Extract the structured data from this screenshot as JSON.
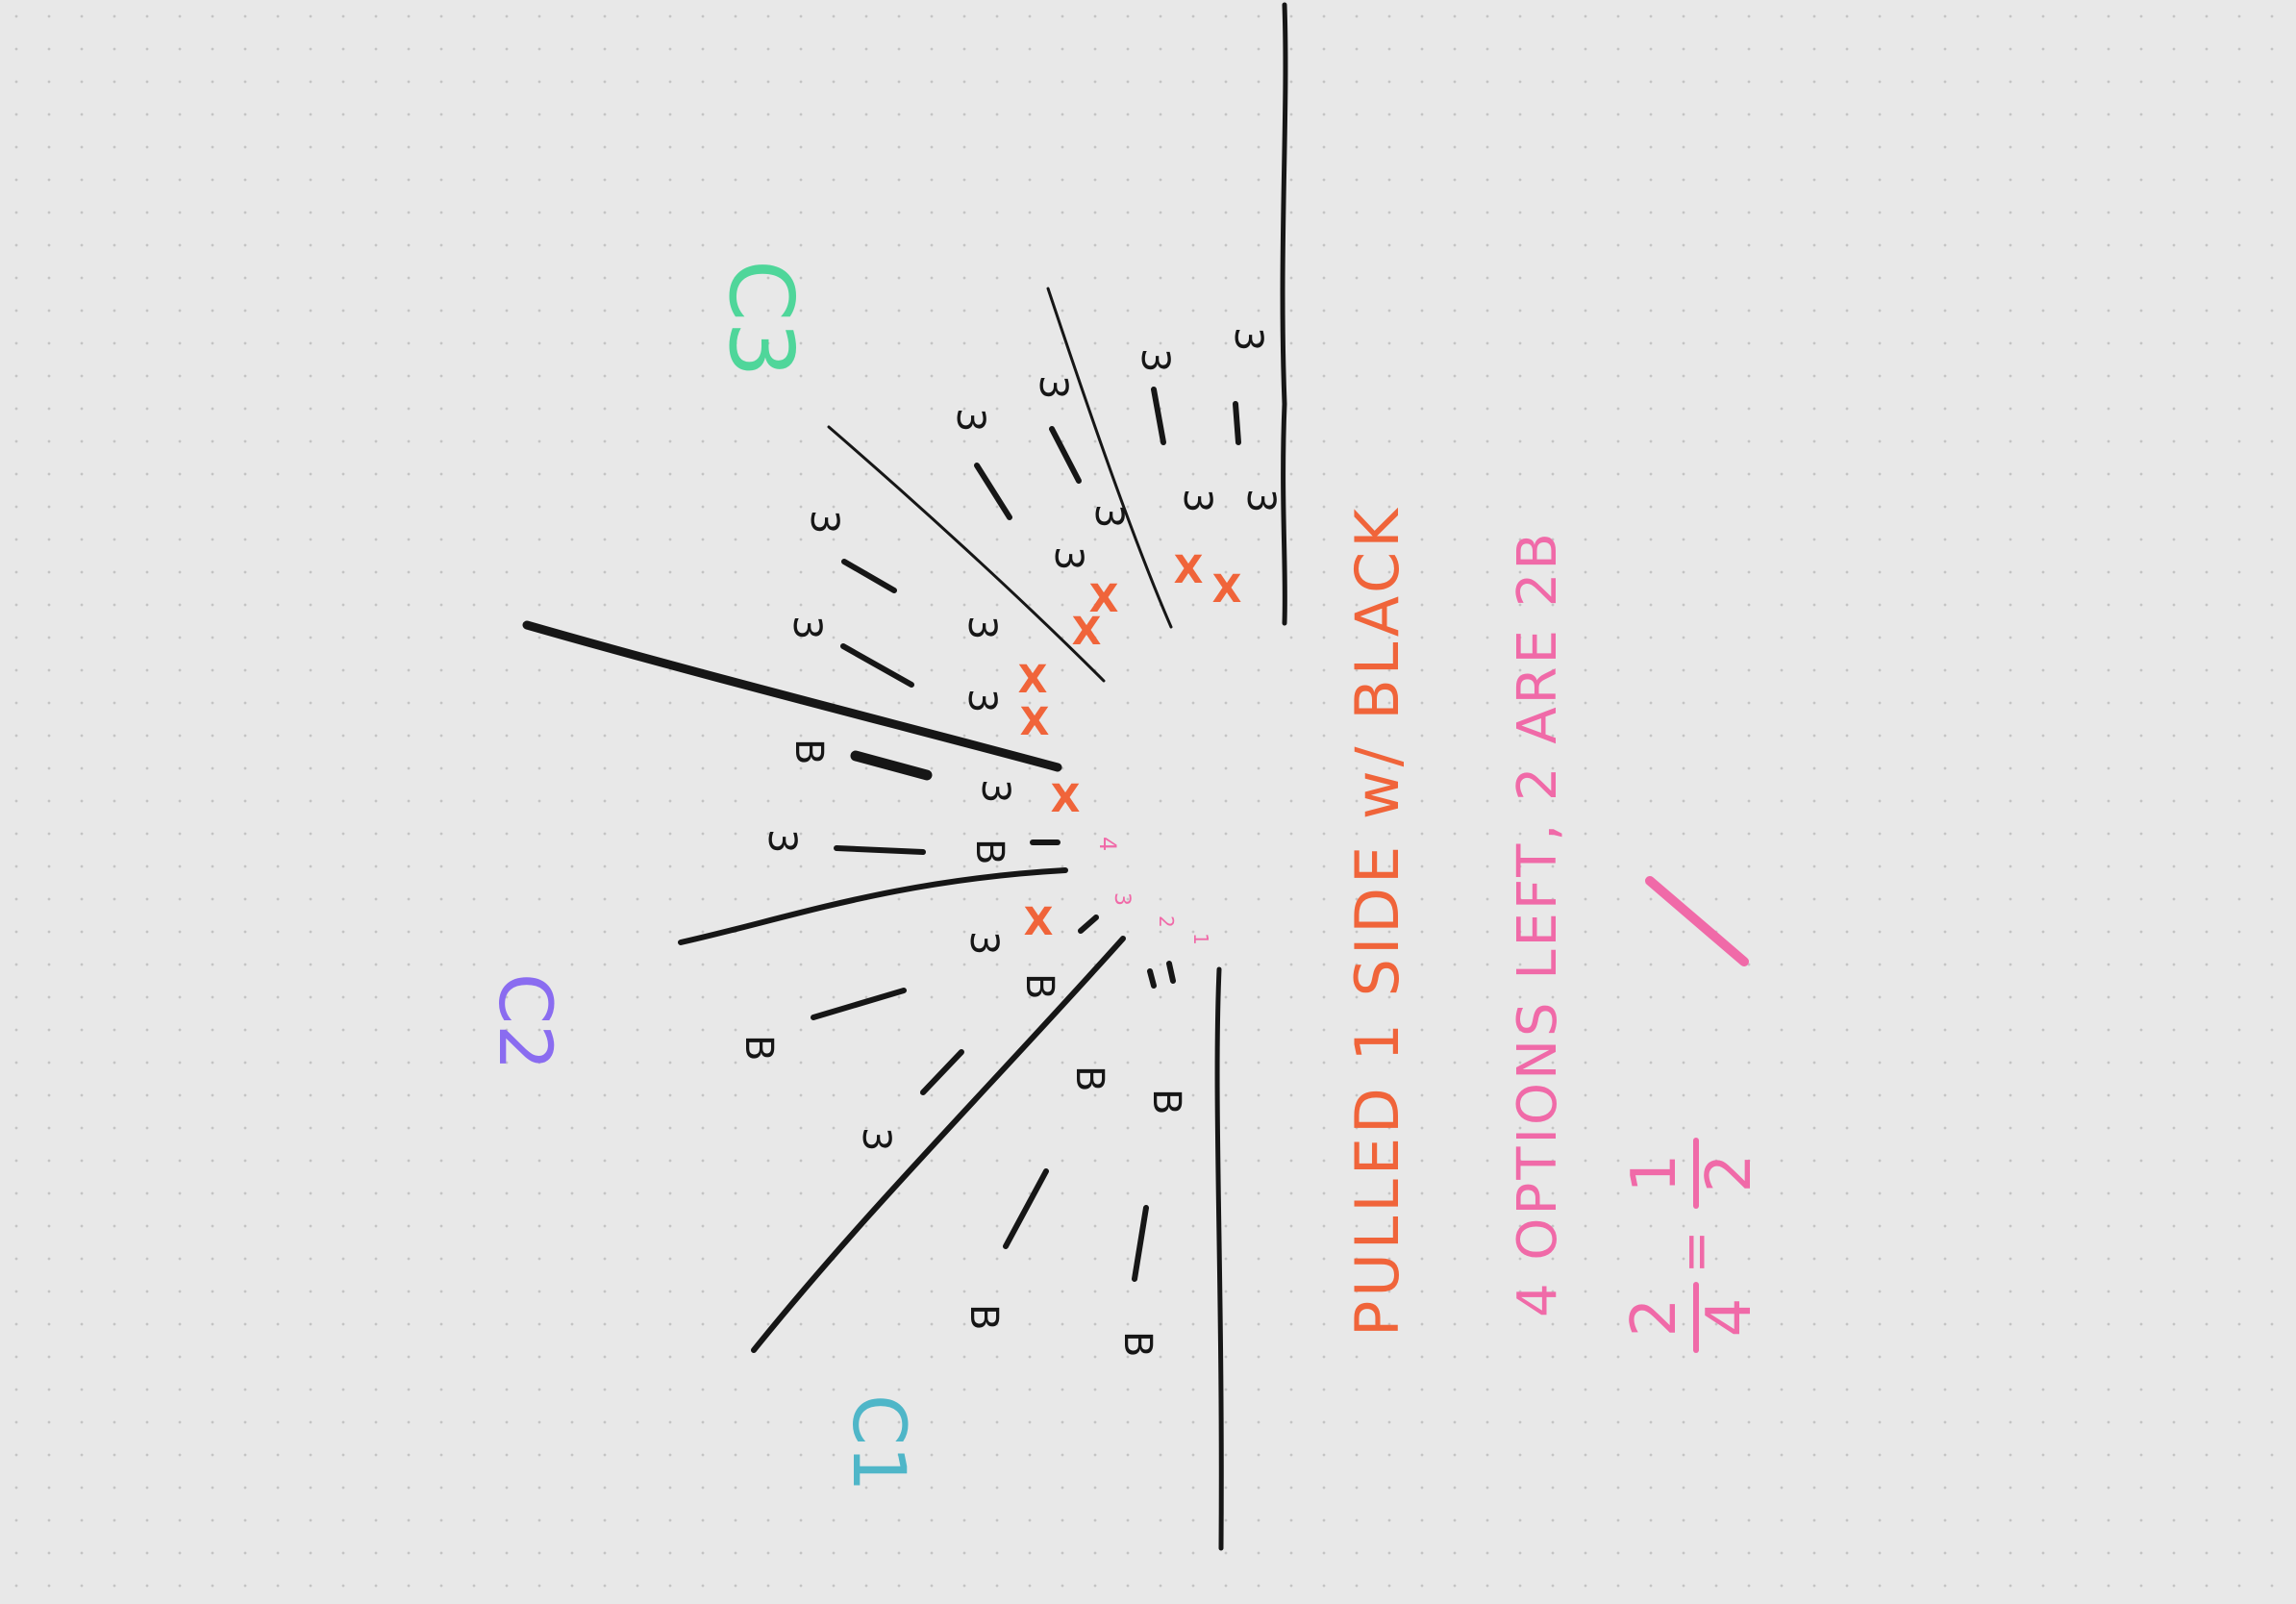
{
  "view": "handwritten-note-canvas",
  "ink_colors": {
    "black": "#161616",
    "orange": "#f0643a",
    "pink": "#f06aa8",
    "green": "#4fd69a",
    "purple": "#8a6cf0",
    "teal": "#4fb6c8"
  },
  "note": {
    "line1": "PULLED 1 SIDE w/ BLACK",
    "line2": "4 OPTIONS LEFT, 2 ARE 2B",
    "line3_num": "2",
    "line3_den": "4",
    "line3_eq": "=",
    "line3_num2": "1",
    "line3_den2": "2"
  },
  "labels": {
    "c3": "C3",
    "c2": "C2",
    "c1": "C1"
  },
  "mark_3": "3",
  "mark_B": "B",
  "mark_x": "X",
  "small": {
    "a": "4",
    "b": "3",
    "c": "2",
    "d": "1"
  }
}
